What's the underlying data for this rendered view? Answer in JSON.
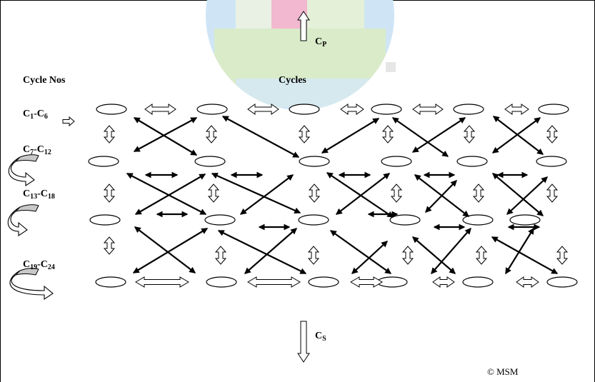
{
  "labels": {
    "cycle_nos": "Cycle Nos",
    "cycles": "Cycles",
    "cp_main": "C",
    "cp_sub": "P",
    "cs_main": "C",
    "cs_sub": "S",
    "copyright": "© MSM"
  },
  "rows": [
    {
      "main_a": "C",
      "sub_a": "1",
      "dash": "-",
      "main_b": "C",
      "sub_b": "6"
    },
    {
      "main_a": "C",
      "sub_a": "7",
      "dash": "-",
      "main_b": "C",
      "sub_b": "12"
    },
    {
      "main_a": "C",
      "sub_a": "13",
      "dash": "-",
      "main_b": "C",
      "sub_b": "18"
    },
    {
      "main_a": "C",
      "sub_a": "19",
      "dash": "-",
      "main_b": "C",
      "sub_b": "24"
    }
  ],
  "colors": {
    "disc_blue": "#cfe5f6",
    "disc_green": "#d9ebc9",
    "disc_pink": "#f2b8cf",
    "line": "#000000",
    "curved_arrow_fill": "#c8c8c8"
  }
}
